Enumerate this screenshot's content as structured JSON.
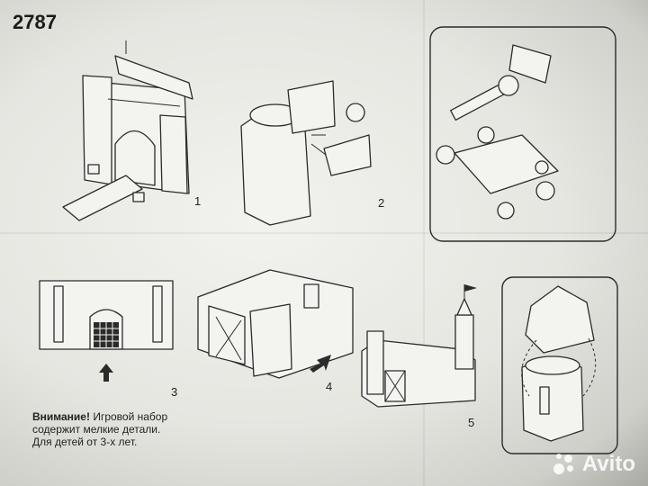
{
  "code": "2787",
  "steps": [
    "1",
    "2",
    "3",
    "4",
    "5"
  ],
  "warning": {
    "title": "Внимание!",
    "line1": " Игровой набор",
    "line2": "содержит мелкие детали.",
    "line3": "Для детей от 3-х лет."
  },
  "watermark": "Avito"
}
